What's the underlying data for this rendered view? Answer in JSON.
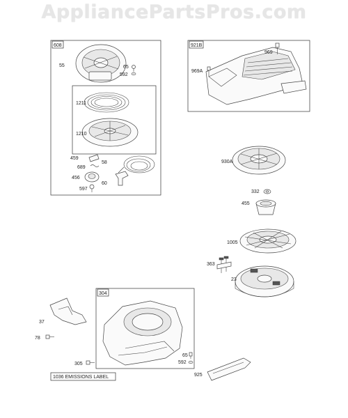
{
  "watermark": "AppliancePartsPros.com",
  "groups": {
    "recoil_starter": "608",
    "blower_housing_cover": "921B",
    "blower_housing": "304"
  },
  "parts": {
    "p55": "55",
    "p65a": "65",
    "p592a": "592",
    "p1211": "1211",
    "p1210": "1210",
    "p459": "459",
    "p689": "689",
    "p58": "58",
    "p456": "456",
    "p60": "60",
    "p597": "597",
    "p969": "969",
    "p969A": "969A",
    "p930A": "930A",
    "p332": "332",
    "p455": "455",
    "p1005": "1005",
    "p363": "363",
    "p23": "23",
    "p37": "37",
    "p78": "78",
    "p305": "305",
    "p65b": "65",
    "p592b": "592",
    "p925": "925"
  },
  "emissions_label": "1036 EMISSIONS LABEL"
}
